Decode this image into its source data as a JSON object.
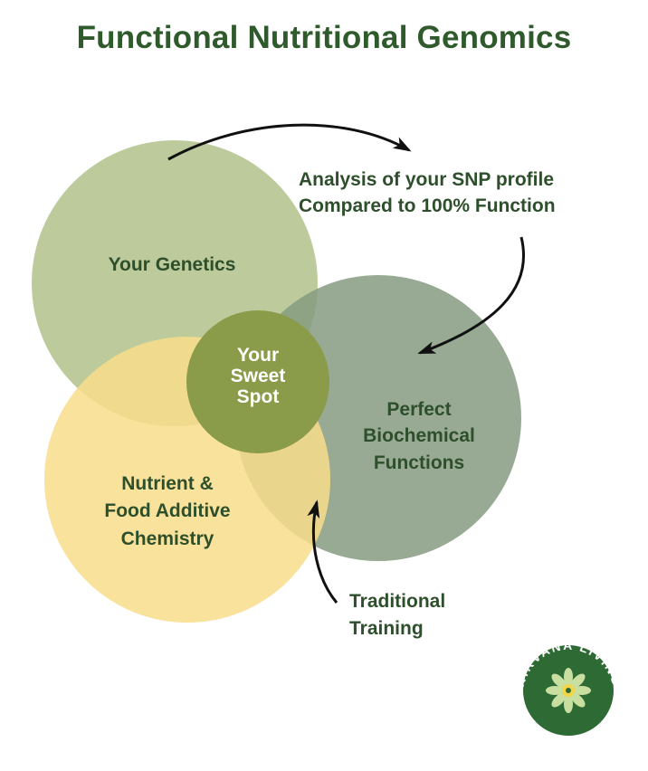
{
  "title": "Functional Nutritional Genomics",
  "colors": {
    "title_text": "#2f5a2c",
    "label_text": "#2e4f2b",
    "sweet_text": "#ffffff",
    "genetics_circle": "#b7c692",
    "biochem_circle": "#869b80",
    "nutrient_circle": "#f8dd8b",
    "sweet_spot_circle": "#8a9b4a",
    "arrow": "#111111",
    "logo_bg": "#2e6a34"
  },
  "circles": {
    "genetics": {
      "lines": [
        "Your Genetics"
      ]
    },
    "biochemical": {
      "lines": [
        "Perfect",
        "Biochemical",
        "Functions"
      ]
    },
    "nutrient": {
      "lines": [
        "Nutrient &",
        "Food Additive",
        "Chemistry"
      ]
    },
    "sweet_spot": {
      "lines": [
        "Your",
        "Sweet",
        "Spot"
      ]
    }
  },
  "annotations": {
    "analysis": {
      "lines": [
        "Analysis of your SNP profile",
        "Compared to 100% Function"
      ]
    },
    "training": {
      "lines": [
        "Traditional",
        "Training"
      ]
    }
  },
  "logo": {
    "text": "NIRVANA LIVING",
    "icon": "lotus-flower-icon"
  }
}
